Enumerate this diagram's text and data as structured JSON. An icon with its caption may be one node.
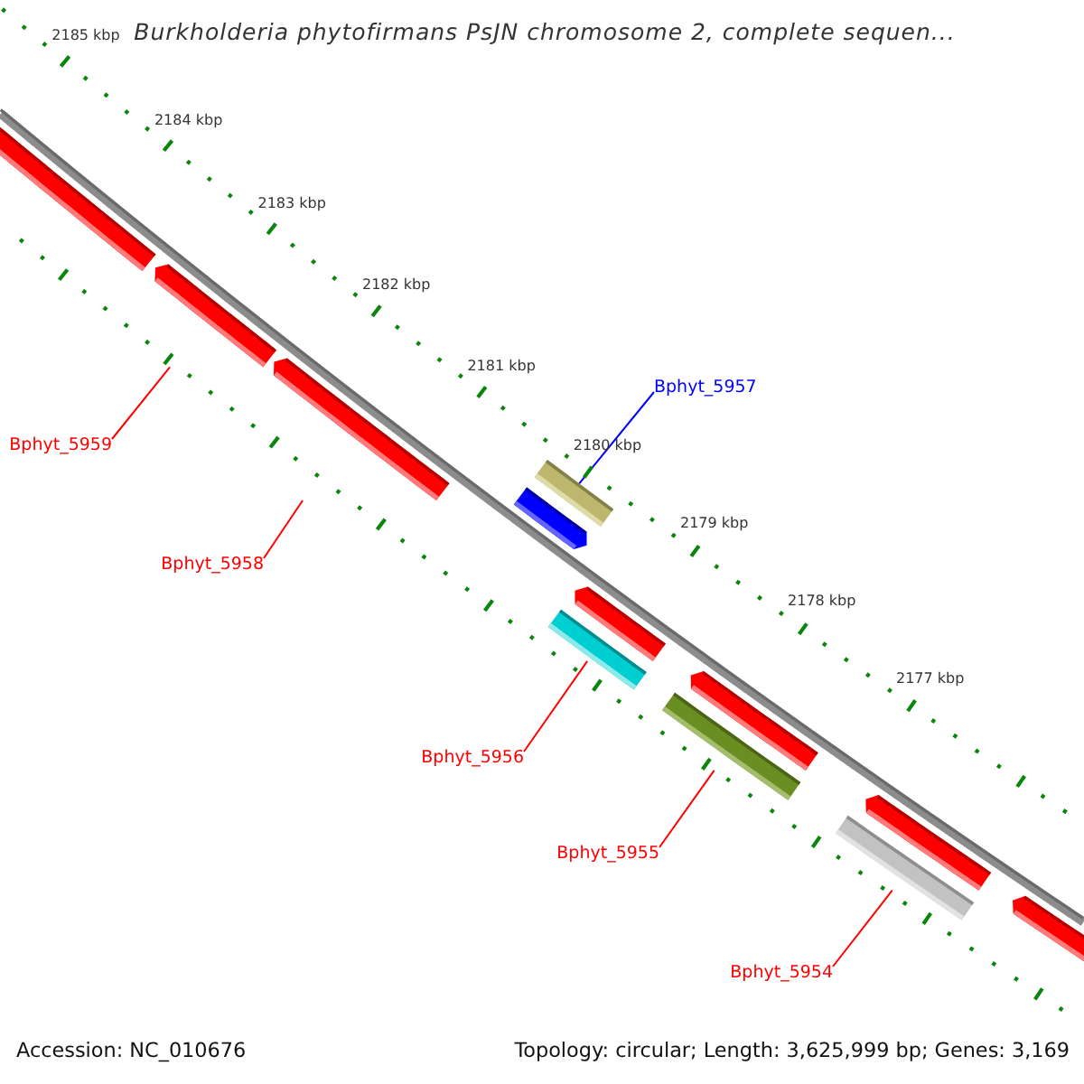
{
  "diagram": {
    "title": "Burkholderia phytofirmans PsJN chromosome 2, complete sequen...",
    "nodes": [
      {
        "text": [
          "Bphyt_5957"
        ]
      },
      {
        "text": [
          "Bphyt_5959"
        ]
      },
      {
        "text": [
          "Bphyt_5958"
        ]
      },
      {
        "text": [
          "Bphyt_5956"
        ]
      },
      {
        "text": [
          "Bphyt_5955"
        ]
      },
      {
        "text": [
          "Bphyt_5954"
        ]
      },
      {
        "text": [],
        "shape": "bar"
      },
      {
        "text": [],
        "shape": "bar"
      },
      {
        "text": [],
        "shape": "bar"
      },
      {
        "text": [],
        "shape": "bar"
      },
      {
        "text": [],
        "shape": "bar"
      },
      {
        "text": [],
        "shape": "bar"
      },
      {
        "text": [],
        "shape": "bar"
      },
      {
        "text": [],
        "shape": "bar"
      },
      {
        "text": [],
        "shape": "bar"
      },
      {
        "text": [],
        "shape": "bar"
      },
      {
        "text": [],
        "shape": "bar"
      },
      {
        "text": [],
        "shape": "bar"
      }
    ],
    "edges": [
      {
        "from": 0,
        "to": 10,
        "arrow": "none",
        "color": "#0000ff"
      },
      {
        "from": 1,
        "to": 7,
        "arrow": "none"
      },
      {
        "from": 2,
        "to": 8,
        "arrow": "none"
      },
      {
        "from": 3,
        "to": 11,
        "arrow": "none"
      },
      {
        "from": 4,
        "to": 13,
        "arrow": "none"
      },
      {
        "from": 5,
        "to": 15,
        "arrow": "none"
      }
    ],
    "labels": [
      "2185 kbp",
      "2184 kbp",
      "2183 kbp",
      "2182 kbp",
      "2181 kbp",
      "2180 kbp",
      "2179 kbp",
      "2178 kbp",
      "2177 kbp",
      "Accession: NC_010676",
      "Topology: circular; Length: 3,625,999 bp; Genes: 3,169"
    ]
  }
}
